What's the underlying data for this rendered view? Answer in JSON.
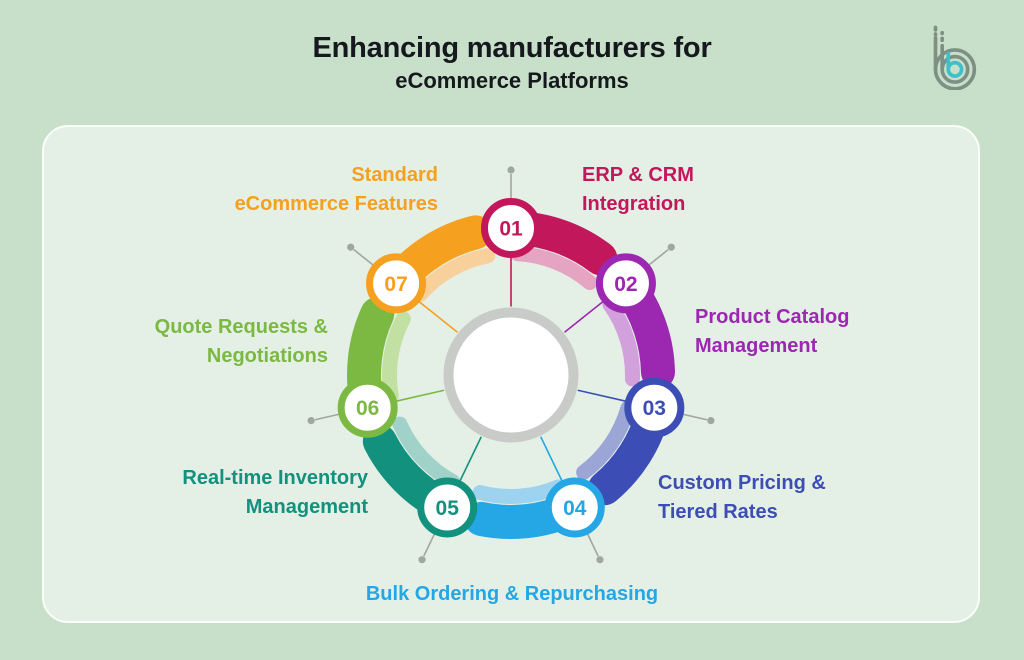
{
  "title": {
    "line1": "Enhancing manufacturers for",
    "line2": "eCommerce Platforms"
  },
  "brand": {
    "logo_name": "b-mark-logo",
    "logo_outer_color": "#7E9083",
    "logo_inner_color": "#3FBFC9"
  },
  "canvas": {
    "page_background": "#C8E0CA",
    "card_background": "#E4F0E6",
    "title_color": "#15181C",
    "hub_fill": "#FFFFFF",
    "hub_ring_color": "#C9CBC9",
    "connector_color": "#9FA79F"
  },
  "diagram": {
    "type": "circular-cycle",
    "items": [
      {
        "num": "01",
        "label_lines": [
          "ERP & CRM",
          "Integration"
        ],
        "color": "#C2185B",
        "light_color": "#E5A4C2"
      },
      {
        "num": "02",
        "label_lines": [
          "Product Catalog",
          "Management"
        ],
        "color": "#9C27B0",
        "light_color": "#D2A0DB"
      },
      {
        "num": "03",
        "label_lines": [
          "Custom Pricing &",
          "Tiered Rates"
        ],
        "color": "#3C4EB5",
        "light_color": "#9BA6D6"
      },
      {
        "num": "04",
        "label_lines": [
          "Bulk Ordering & Repurchasing"
        ],
        "color": "#24A7E4",
        "light_color": "#9ED3F0"
      },
      {
        "num": "05",
        "label_lines": [
          "Real-time Inventory",
          "Management"
        ],
        "color": "#12917E",
        "light_color": "#A0D2C9"
      },
      {
        "num": "06",
        "label_lines": [
          "Quote Requests &",
          "Negotiations"
        ],
        "color": "#7CB942",
        "light_color": "#C3E0A3"
      },
      {
        "num": "07",
        "label_lines": [
          "Standard",
          "eCommerce Features"
        ],
        "color": "#F5A01F",
        "light_color": "#F8D09B"
      }
    ]
  }
}
